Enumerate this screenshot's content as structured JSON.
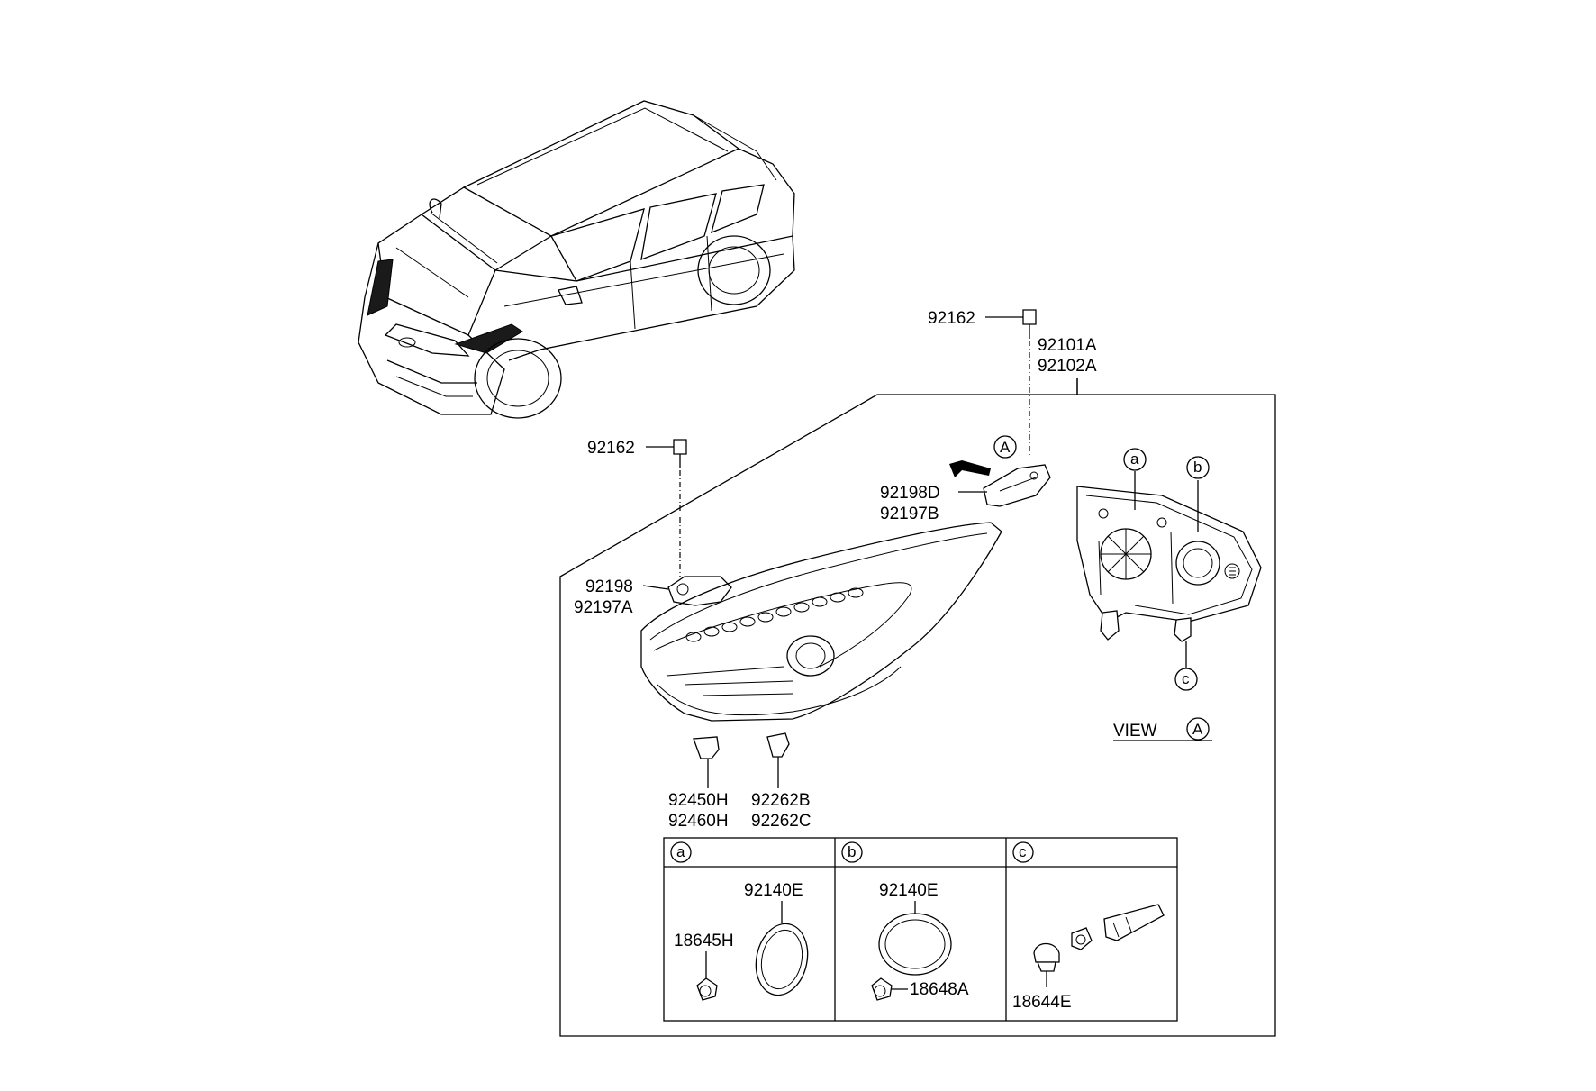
{
  "callouts": {
    "p92162_top": "92162",
    "p92101A": "92101A",
    "p92102A": "92102A",
    "p92162_left": "92162",
    "p92198D": "92198D",
    "p92197B": "92197B",
    "p92198": "92198",
    "p92197A": "92197A",
    "p92450H": "92450H",
    "p92460H": "92460H",
    "p92262B": "92262B",
    "p92262C": "92262C"
  },
  "view": {
    "label": "VIEW",
    "marker": "A"
  },
  "view_markers": {
    "arrow": "A",
    "a": "a",
    "b": "b",
    "c": "c"
  },
  "detail_table": {
    "headers": [
      "a",
      "b",
      "c"
    ],
    "cell_a": {
      "ring": "92140E",
      "bulb": "18645H"
    },
    "cell_b": {
      "ring": "92140E",
      "bulb": "18648A"
    },
    "cell_c": {
      "bulb": "18644E"
    }
  }
}
